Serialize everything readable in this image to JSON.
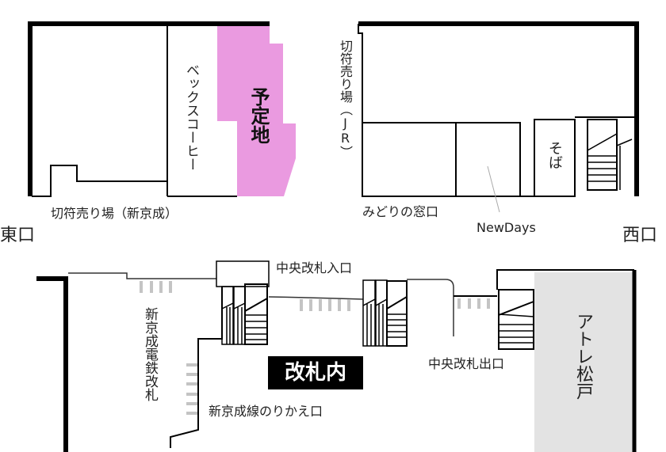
{
  "labels": {
    "becks_coffee": "ベックスコーヒー",
    "planned_site": "予定地",
    "ticket_office_keisei": "切符売り場（新京成）",
    "east_exit": "東口",
    "ticket_office_jr": "切符売り場（JR）",
    "soba": "そば",
    "midori_no_madoguchi": "みどりの窓口",
    "newdays": "NewDays",
    "west_exit": "西口",
    "central_gate_entrance": "中央改札入口",
    "keisei_gate": "新京成電鉄改札",
    "inside_gates": "改札内",
    "keisei_transfer": "新京成線のりかえ口",
    "central_gate_exit": "中央改札出口",
    "atre_matsudo": "アトレ松戸"
  },
  "colors": {
    "planned_site": "#ea9ae0",
    "atre": "#e3e3e3",
    "gate_marks": "#c4c4c4"
  }
}
